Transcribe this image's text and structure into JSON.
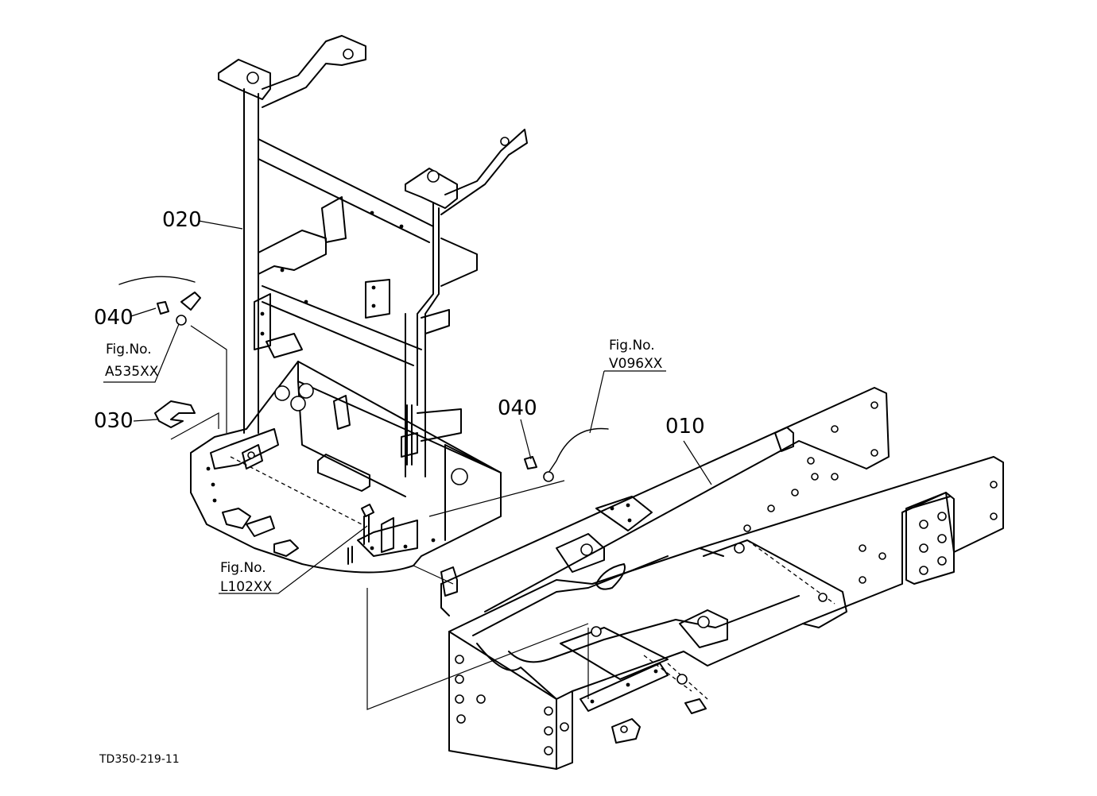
{
  "parts": {
    "p010": "010",
    "p020": "020",
    "p030": "030",
    "p040_left": "040",
    "p040_right": "040"
  },
  "figure_refs": {
    "a535": {
      "label": "Fig.No.",
      "code": "A535XX"
    },
    "v096": {
      "label": "Fig.No.",
      "code": "V096XX"
    },
    "l102": {
      "label": "Fig.No.",
      "code": "L102XX"
    }
  },
  "drawing_code": "TD350-219-11"
}
